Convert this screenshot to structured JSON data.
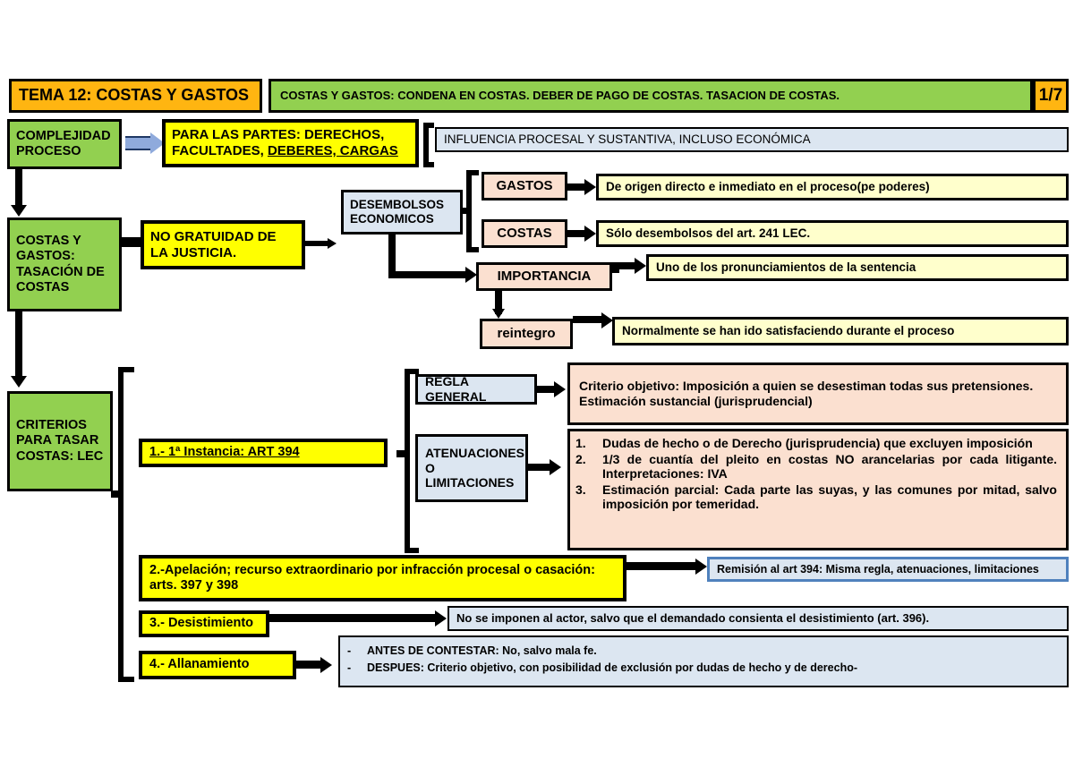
{
  "header": {
    "title": "TEMA 12: COSTAS Y GASTOS",
    "subtitle": "COSTAS Y  GASTOS: CONDENA EN COSTAS. DEBER DE PAGO DE COSTAS. TASACION DE COSTAS.",
    "page_indicator": "1/7"
  },
  "colors": {
    "title_fill": "#FFB511",
    "subtitle_fill": "#92D050",
    "green_fill": "#92D050",
    "yellow_fill": "#FFFF00",
    "blue_fill": "#DCE6F1",
    "peach_fill": "#FBE0D0",
    "ivory_fill": "#FFFFCC",
    "blue_border": "#4F81BD",
    "arrow_blue": "#8FAADC"
  },
  "spine": {
    "node1": "COMPLEJIDAD PROCESO",
    "node2": "COSTAS Y GASTOS: TASACIÓN DE COSTAS",
    "node3": "CRITERIOS PARA TASAR COSTAS: LEC"
  },
  "branch_partes": {
    "label_line1": "PARA LAS PARTES: DERECHOS,",
    "label_line2_plain": "FACULTADES, ",
    "label_line2_underlined": "DEBERES, CARGAS",
    "detail": "INFLUENCIA PROCESAL Y SUSTANTIVA, INCLUSO ECONÓMICA"
  },
  "branch_gratuidad": {
    "label_line1": "NO GRATUIDAD DE",
    "label_line2": "LA JUSTICIA.",
    "desembolsos_line1": "DESEMBOLSOS",
    "desembolsos_line2": "ECONOMICOS",
    "items": [
      {
        "key": "GASTOS",
        "detail": "De origen directo e inmediato en el proceso(pe poderes)"
      },
      {
        "key": "COSTAS",
        "detail": "Sólo desembolsos del art. 241 LEC."
      }
    ],
    "importancia_key": "IMPORTANCIA",
    "importancia_detail": "Uno de los pronunciamientos de la sentencia",
    "reintegro_key": "reintegro",
    "reintegro_detail": "Normalmente se han ido satisfaciendo durante el proceso"
  },
  "criterios": {
    "item1_label": "1.- 1ª Instancia: ART 394",
    "regla_general_label": "REGLA GENERAL",
    "regla_general_text_line1": "Criterio objetivo: Imposición a quien se desestiman todas sus pretensiones.",
    "regla_general_text_line2": "Estimación sustancial (jurisprudencial)",
    "atenuaciones_line1": "ATENUACIONES",
    "atenuaciones_line2": "O",
    "atenuaciones_line3": "LIMITACIONES",
    "atenuaciones_items": [
      {
        "n": "1.",
        "text": "Dudas de hecho o de Derecho (jurisprudencia) que excluyen imposición"
      },
      {
        "n": "2.",
        "text": "1/3 de cuantía del pleito en costas NO arancelarias por cada litigante. Interpretaciones: IVA"
      },
      {
        "n": "3.",
        "text": "Estimación parcial: Cada parte las suyas, y las comunes por mitad, salvo imposición por temeridad."
      }
    ],
    "item2_label_line1": "2.-Apelación; recurso extraordinario por infracción procesal o casación:",
    "item2_label_line2": "arts. 397 y 398",
    "item2_detail": "Remisión al art 394: Misma regla, atenuaciones, limitaciones",
    "item3_label": "3.- Desistimiento",
    "item3_detail": "No se imponen al actor, salvo que el demandado consienta el desistimiento (art. 396).",
    "item4_label": "4.- Allanamiento",
    "item4_details": [
      {
        "d": "-",
        "text": "ANTES DE CONTESTAR: No, salvo mala fe."
      },
      {
        "d": "-",
        "text": "DESPUES: Criterio objetivo, con posibilidad de exclusión por dudas de hecho y de derecho-"
      }
    ]
  }
}
